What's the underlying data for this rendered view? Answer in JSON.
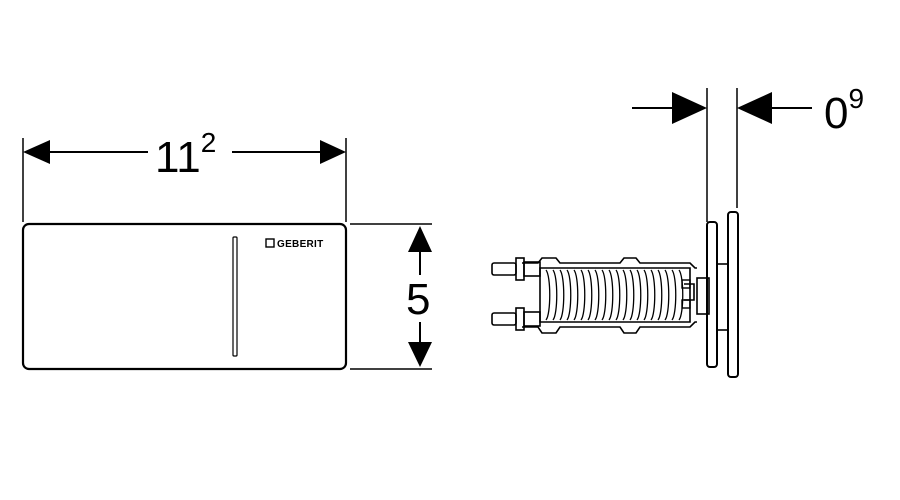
{
  "dimensions": {
    "width": {
      "main": "11",
      "sup": "2"
    },
    "height": {
      "main": "5",
      "sup": ""
    },
    "depth": {
      "main": "0",
      "sup": "9"
    }
  },
  "brand": {
    "logo_text": "GEBERIT"
  },
  "colors": {
    "stroke": "#000000",
    "background": "#ffffff"
  }
}
